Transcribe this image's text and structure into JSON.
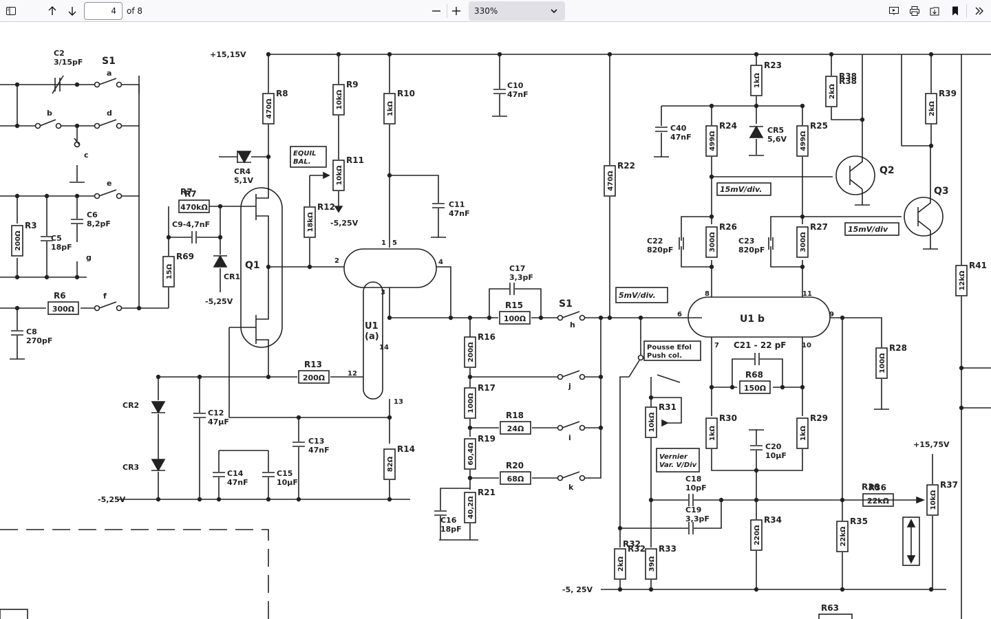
{
  "toolbar": {
    "page_number": "4",
    "page_total": "of 8",
    "zoom": "330%",
    "icons": [
      "sidebar-toggle-icon",
      "arrow-up-icon",
      "arrow-down-icon",
      "minus-icon",
      "plus-icon",
      "chevron-down-icon",
      "presentation-icon",
      "print-icon",
      "save-icon",
      "bookmark-icon",
      "tools-icon"
    ]
  },
  "schematic": {
    "rails": {
      "top": "+15,15V",
      "bottom_left": "-5,25V",
      "bottom_right": "-5, 25V",
      "right_supply": "+15,75V"
    },
    "switch": "S1",
    "switch_contacts": [
      "a",
      "b",
      "c",
      "d",
      "e",
      "f",
      "g",
      "h",
      "i",
      "j",
      "k"
    ],
    "caps": {
      "C2": "C2\n3/15pF",
      "C5": "C5\n18pF",
      "C6": "C6\n8,2pF",
      "C8": "C8\n270pF",
      "C9": "C9-4,7nF",
      "C10": "C10\n47nF",
      "C11": "C11\n47nF",
      "C12": "C12\n47µF",
      "C13": "C13\n47nF",
      "C14": "C14\n47nF",
      "C15": "C15\n10µF",
      "C16": "C16\n18pF",
      "C17": "C17\n3,3pF",
      "C18": "C18\n10pF",
      "C19": "C19\n3,3pF",
      "C20": "C20\n10µF",
      "C21": "C21 - 22 pF",
      "C22": "C22\n820pF",
      "C23": "C23\n820pF",
      "C40": "C40\n47nF"
    },
    "resistors": [
      {
        "ref": "R3",
        "val": "200Ω"
      },
      {
        "ref": "R6",
        "val": "300Ω"
      },
      {
        "ref": "R7",
        "val": "470kΩ"
      },
      {
        "ref": "R8",
        "val": "470Ω"
      },
      {
        "ref": "R9",
        "val": "10kΩ"
      },
      {
        "ref": "R10",
        "val": "1kΩ"
      },
      {
        "ref": "R11",
        "val": "10kΩ"
      },
      {
        "ref": "R12",
        "val": "18kΩ"
      },
      {
        "ref": "R13",
        "val": "200Ω"
      },
      {
        "ref": "R14",
        "val": "82Ω"
      },
      {
        "ref": "R15",
        "val": "100Ω"
      },
      {
        "ref": "R16",
        "val": "200Ω"
      },
      {
        "ref": "R17",
        "val": "100Ω"
      },
      {
        "ref": "R18",
        "val": "24Ω"
      },
      {
        "ref": "R19",
        "val": "60,4Ω"
      },
      {
        "ref": "R20",
        "val": "68Ω"
      },
      {
        "ref": "R21",
        "val": "40,2Ω"
      },
      {
        "ref": "R22",
        "val": "470Ω"
      },
      {
        "ref": "R23",
        "val": "1kΩ"
      },
      {
        "ref": "R24",
        "val": "499Ω"
      },
      {
        "ref": "R25",
        "val": "499Ω"
      },
      {
        "ref": "R26",
        "val": "300Ω"
      },
      {
        "ref": "R27",
        "val": "300Ω"
      },
      {
        "ref": "R28",
        "val": "100Ω"
      },
      {
        "ref": "R29",
        "val": "1kΩ"
      },
      {
        "ref": "R30",
        "val": "1kΩ"
      },
      {
        "ref": "R31",
        "val": "10kΩ"
      },
      {
        "ref": "R32",
        "val": "2kΩ"
      },
      {
        "ref": "R33",
        "val": "39Ω"
      },
      {
        "ref": "R34",
        "val": "220Ω"
      },
      {
        "ref": "R35",
        "val": "22kΩ"
      },
      {
        "ref": "R36",
        "val": "22kΩ"
      },
      {
        "ref": "R37",
        "val": "10kΩ"
      },
      {
        "ref": "R38",
        "val": "2kΩ"
      },
      {
        "ref": "R39",
        "val": "2kΩ"
      },
      {
        "ref": "R41",
        "val": "12kΩ"
      },
      {
        "ref": "R63",
        "val": ""
      },
      {
        "ref": "R68",
        "val": "150Ω"
      },
      {
        "ref": "R69",
        "val": "15Ω"
      }
    ],
    "diodes": {
      "CR1": "CR1",
      "CR2": "CR2",
      "CR3": "CR3",
      "CR4": "CR4\n5,1V",
      "CR5": "CR5\n5,6V"
    },
    "transistors": {
      "Q1": "Q1",
      "Q2": "Q2",
      "Q3": "Q3",
      "U1a": "U1\n(a)",
      "U1b": "U1 b"
    },
    "tags": {
      "equil": "EQUIL\nBAL.",
      "mv15a": "15mV/div.",
      "mv15b": "15mV/div",
      "mv5": "5mV/div.",
      "pousse": "Pousse  Efol\nPush  col.",
      "vernier": "Vernier\nVar. V/Div"
    },
    "neg_supply_local": "-5,25V",
    "pin_numbers": [
      "1",
      "5",
      "2",
      "3",
      "4",
      "14",
      "12",
      "13",
      "6",
      "7",
      "8",
      "9",
      "10",
      "11"
    ]
  }
}
